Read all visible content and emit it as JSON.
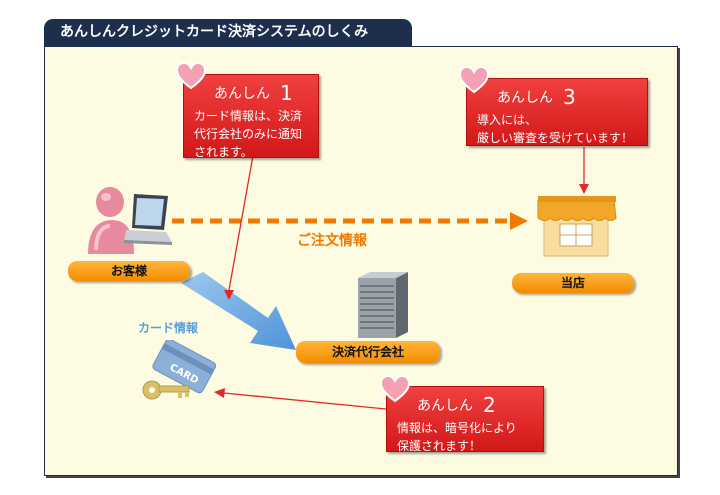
{
  "title": "あんしんクレジットカード決済システムのしくみ",
  "callouts": [
    {
      "head": "あんしん",
      "num": "1",
      "lines": [
        "カード情報は、決済",
        "代行会社のみに通知",
        "されます。"
      ]
    },
    {
      "head": "あんしん",
      "num": "3",
      "lines": [
        "導入には、",
        "厳しい審査を受けています！"
      ]
    },
    {
      "head": "あんしん",
      "num": "2",
      "lines": [
        "情報は、暗号化により",
        "保護されます！"
      ]
    }
  ],
  "labels": {
    "customer": "お客様",
    "shop": "当店",
    "payment_company": "決済代行会社",
    "order_info": "ご注文情報",
    "card_info": "カード情報",
    "card_text": "CARD"
  },
  "colors": {
    "title_bg": "#1e2f4d",
    "panel_bg": "#fdfbe2",
    "callout_red": "#e02a2a",
    "pill_orange": "#f7a21b",
    "arrow_orange": "#f07a00",
    "arrow_blue": "#6aa8e0"
  }
}
